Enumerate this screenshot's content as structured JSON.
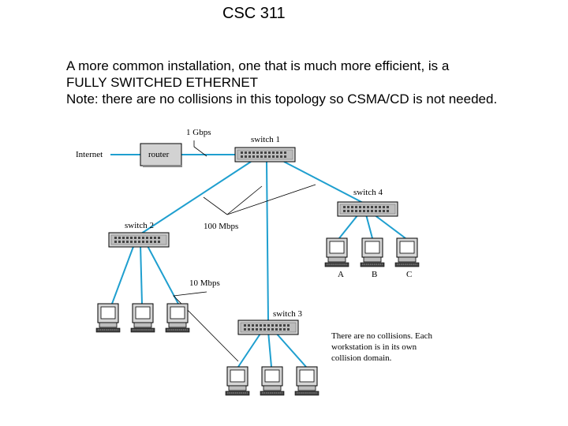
{
  "slide": {
    "title": "CSC 311",
    "lines": [
      "A more common installation, one that is much more efficient, is a",
      "FULLY SWITCHED ETHERNET",
      "Note: there are no collisions in this topology so CSMA/CD is not needed."
    ]
  },
  "diagram": {
    "internet_label": "Internet",
    "router_label": "router",
    "speed_1gbps": "1 Gbps",
    "speed_100mbps": "100 Mbps",
    "speed_10mbps": "10 Mbps",
    "switches": [
      "switch 1",
      "switch 2",
      "switch 3",
      "switch 4"
    ],
    "workstation_labels": [
      "A",
      "B",
      "C"
    ],
    "note_lines": [
      "There are no collisions. Each",
      "workstation is in its own",
      "collision domain."
    ],
    "colors": {
      "link": "#1f9fcf",
      "device": "#cfcfcf",
      "port": "#555555",
      "line": "#000000"
    }
  }
}
